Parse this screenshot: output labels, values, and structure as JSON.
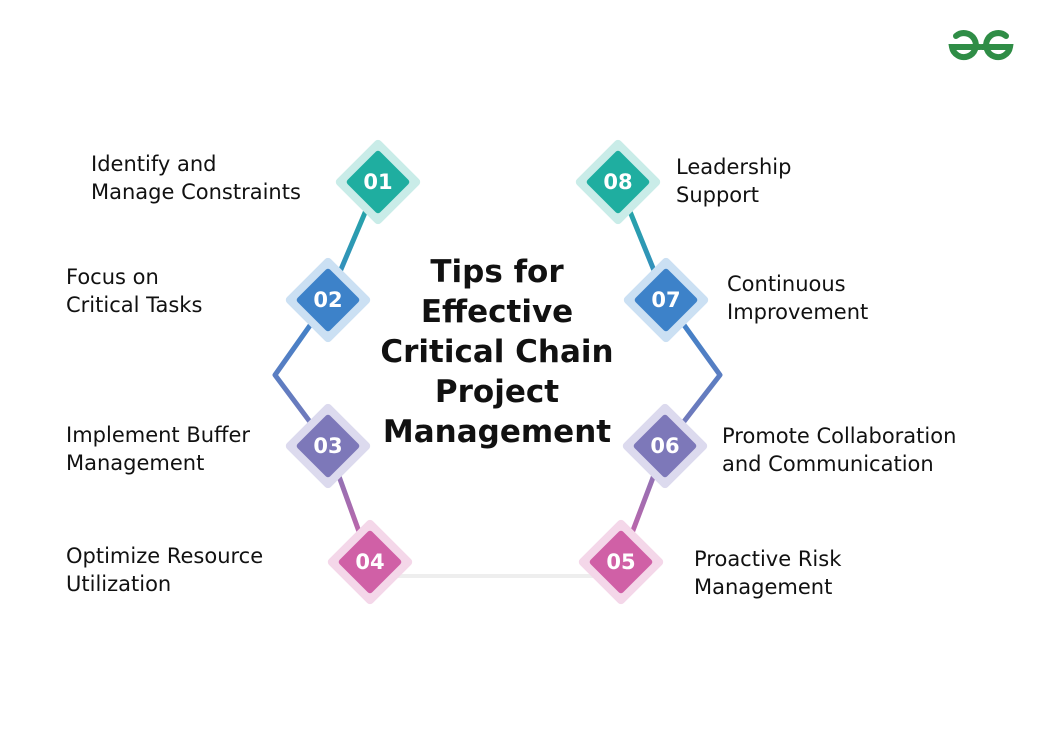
{
  "logo": {
    "icon": "gfg-logo",
    "color": "#2f8d46"
  },
  "title": {
    "lines": [
      "Tips for",
      "Effective",
      "Critical Chain",
      "Project",
      "Management"
    ]
  },
  "steps": [
    {
      "number": "01",
      "lines": [
        "Identify and",
        "Manage Constraints"
      ],
      "color": "#1faea0",
      "halo": "#c9ece8"
    },
    {
      "number": "02",
      "lines": [
        "Focus on",
        "Critical Tasks"
      ],
      "color": "#3d82c9",
      "halo": "#cbe0f3"
    },
    {
      "number": "03",
      "lines": [
        "Implement Buffer",
        "Management"
      ],
      "color": "#7d78b9",
      "halo": "#dcdaee"
    },
    {
      "number": "04",
      "lines": [
        "Optimize Resource",
        "Utilization"
      ],
      "color": "#d060a6",
      "halo": "#f4d7e9"
    },
    {
      "number": "05",
      "lines": [
        "Proactive Risk",
        "Management"
      ],
      "color": "#d060a6",
      "halo": "#f4d7e9"
    },
    {
      "number": "06",
      "lines": [
        "Promote Collaboration",
        "and Communication"
      ],
      "color": "#7d78b9",
      "halo": "#dcdaee"
    },
    {
      "number": "07",
      "lines": [
        "Continuous",
        "Improvement"
      ],
      "color": "#3d82c9",
      "halo": "#cbe0f3"
    },
    {
      "number": "08",
      "lines": [
        "Leadership",
        "Support"
      ],
      "color": "#1faea0",
      "halo": "#c9ece8"
    }
  ]
}
